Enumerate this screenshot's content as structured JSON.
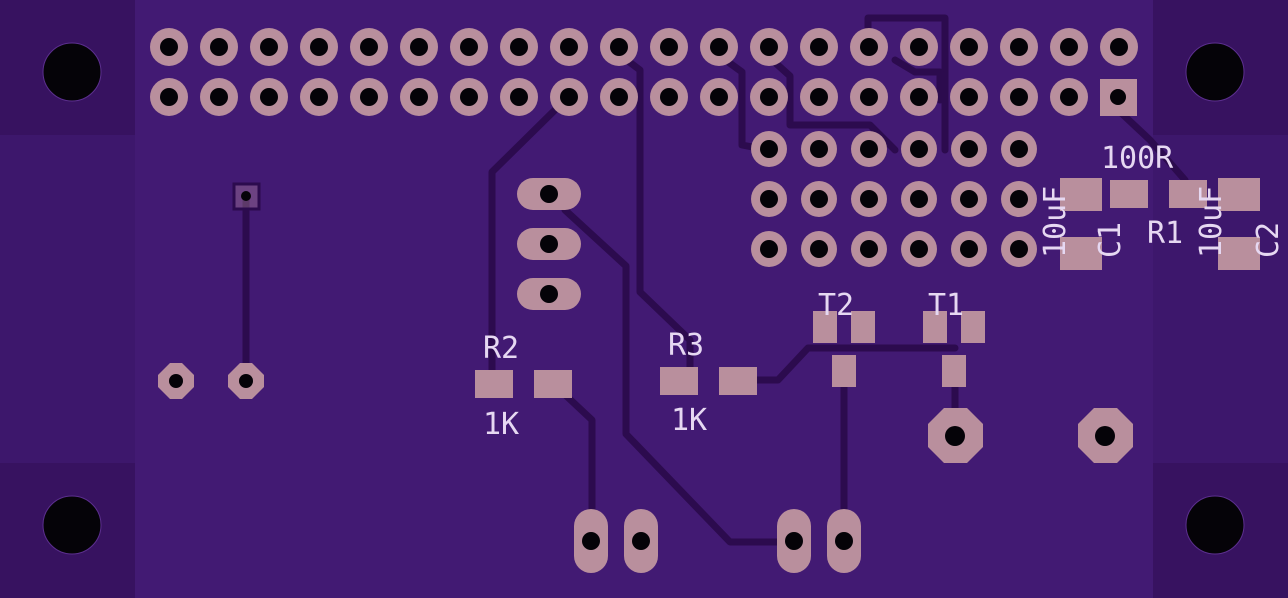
{
  "colors": {
    "board": "#421a73",
    "board_dark": "#3a1466",
    "corner": "#371260",
    "trace": "#2c0b4e",
    "pad": "#b98f9d",
    "hole": "#050308",
    "silk": "#e6d8f2"
  },
  "labels": {
    "r1": "R1",
    "r1_value": "100R",
    "r2": "R2",
    "r2_value": "1K",
    "r3": "R3",
    "r3_value": "1K",
    "c1": "C1",
    "c1_value": "10uF",
    "c2": "C2",
    "c2_value": "10uF",
    "t1": "T1",
    "t2": "T2"
  }
}
